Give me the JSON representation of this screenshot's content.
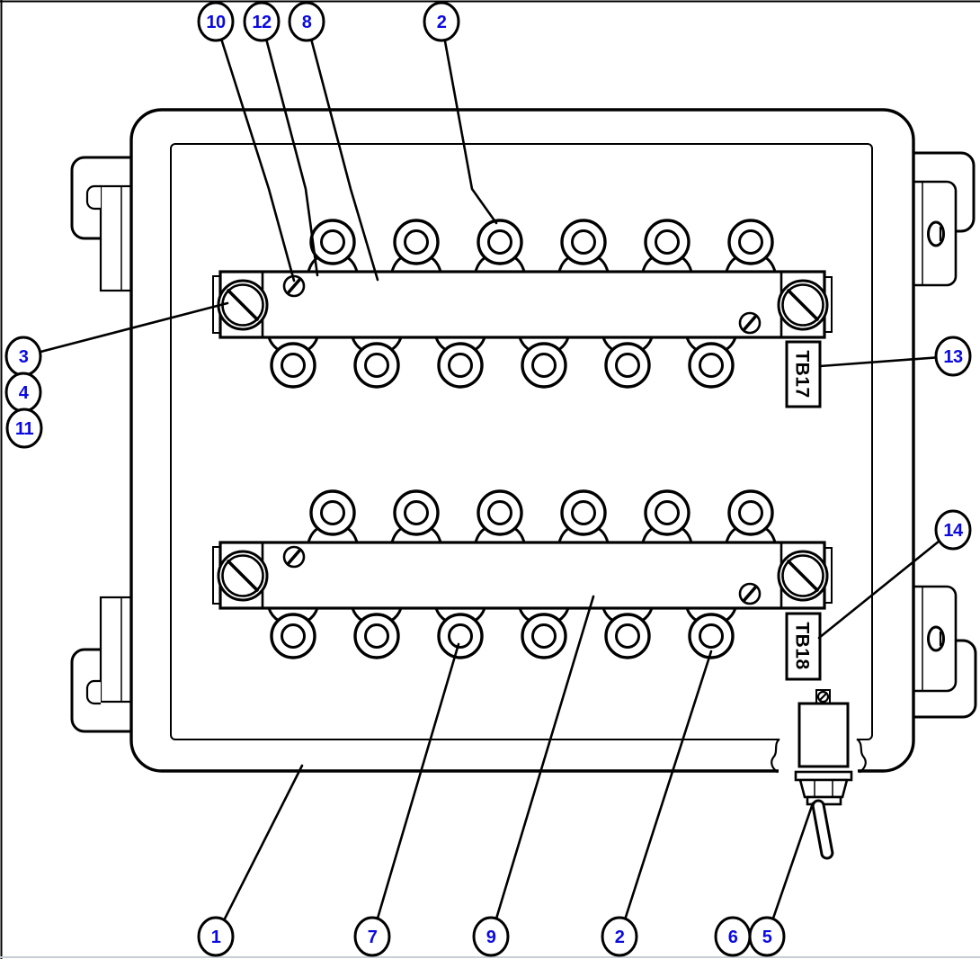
{
  "diagram": {
    "type": "terminal-box-parts-diagram",
    "component_labels": {
      "tb17": "TB17",
      "tb18": "TB18"
    },
    "callouts": {
      "c1": "1",
      "c2_top": "2",
      "c2_bottom": "2",
      "c3": "3",
      "c4": "4",
      "c5": "5",
      "c6": "6",
      "c7": "7",
      "c8": "8",
      "c9": "9",
      "c10": "10",
      "c11": "11",
      "c12": "12",
      "c13": "13",
      "c14": "14"
    },
    "colors": {
      "callout_number": "#0a0ae0",
      "line": "#000000",
      "background": "#ffffff",
      "bottom_edge_line": "#c9ced4"
    }
  }
}
